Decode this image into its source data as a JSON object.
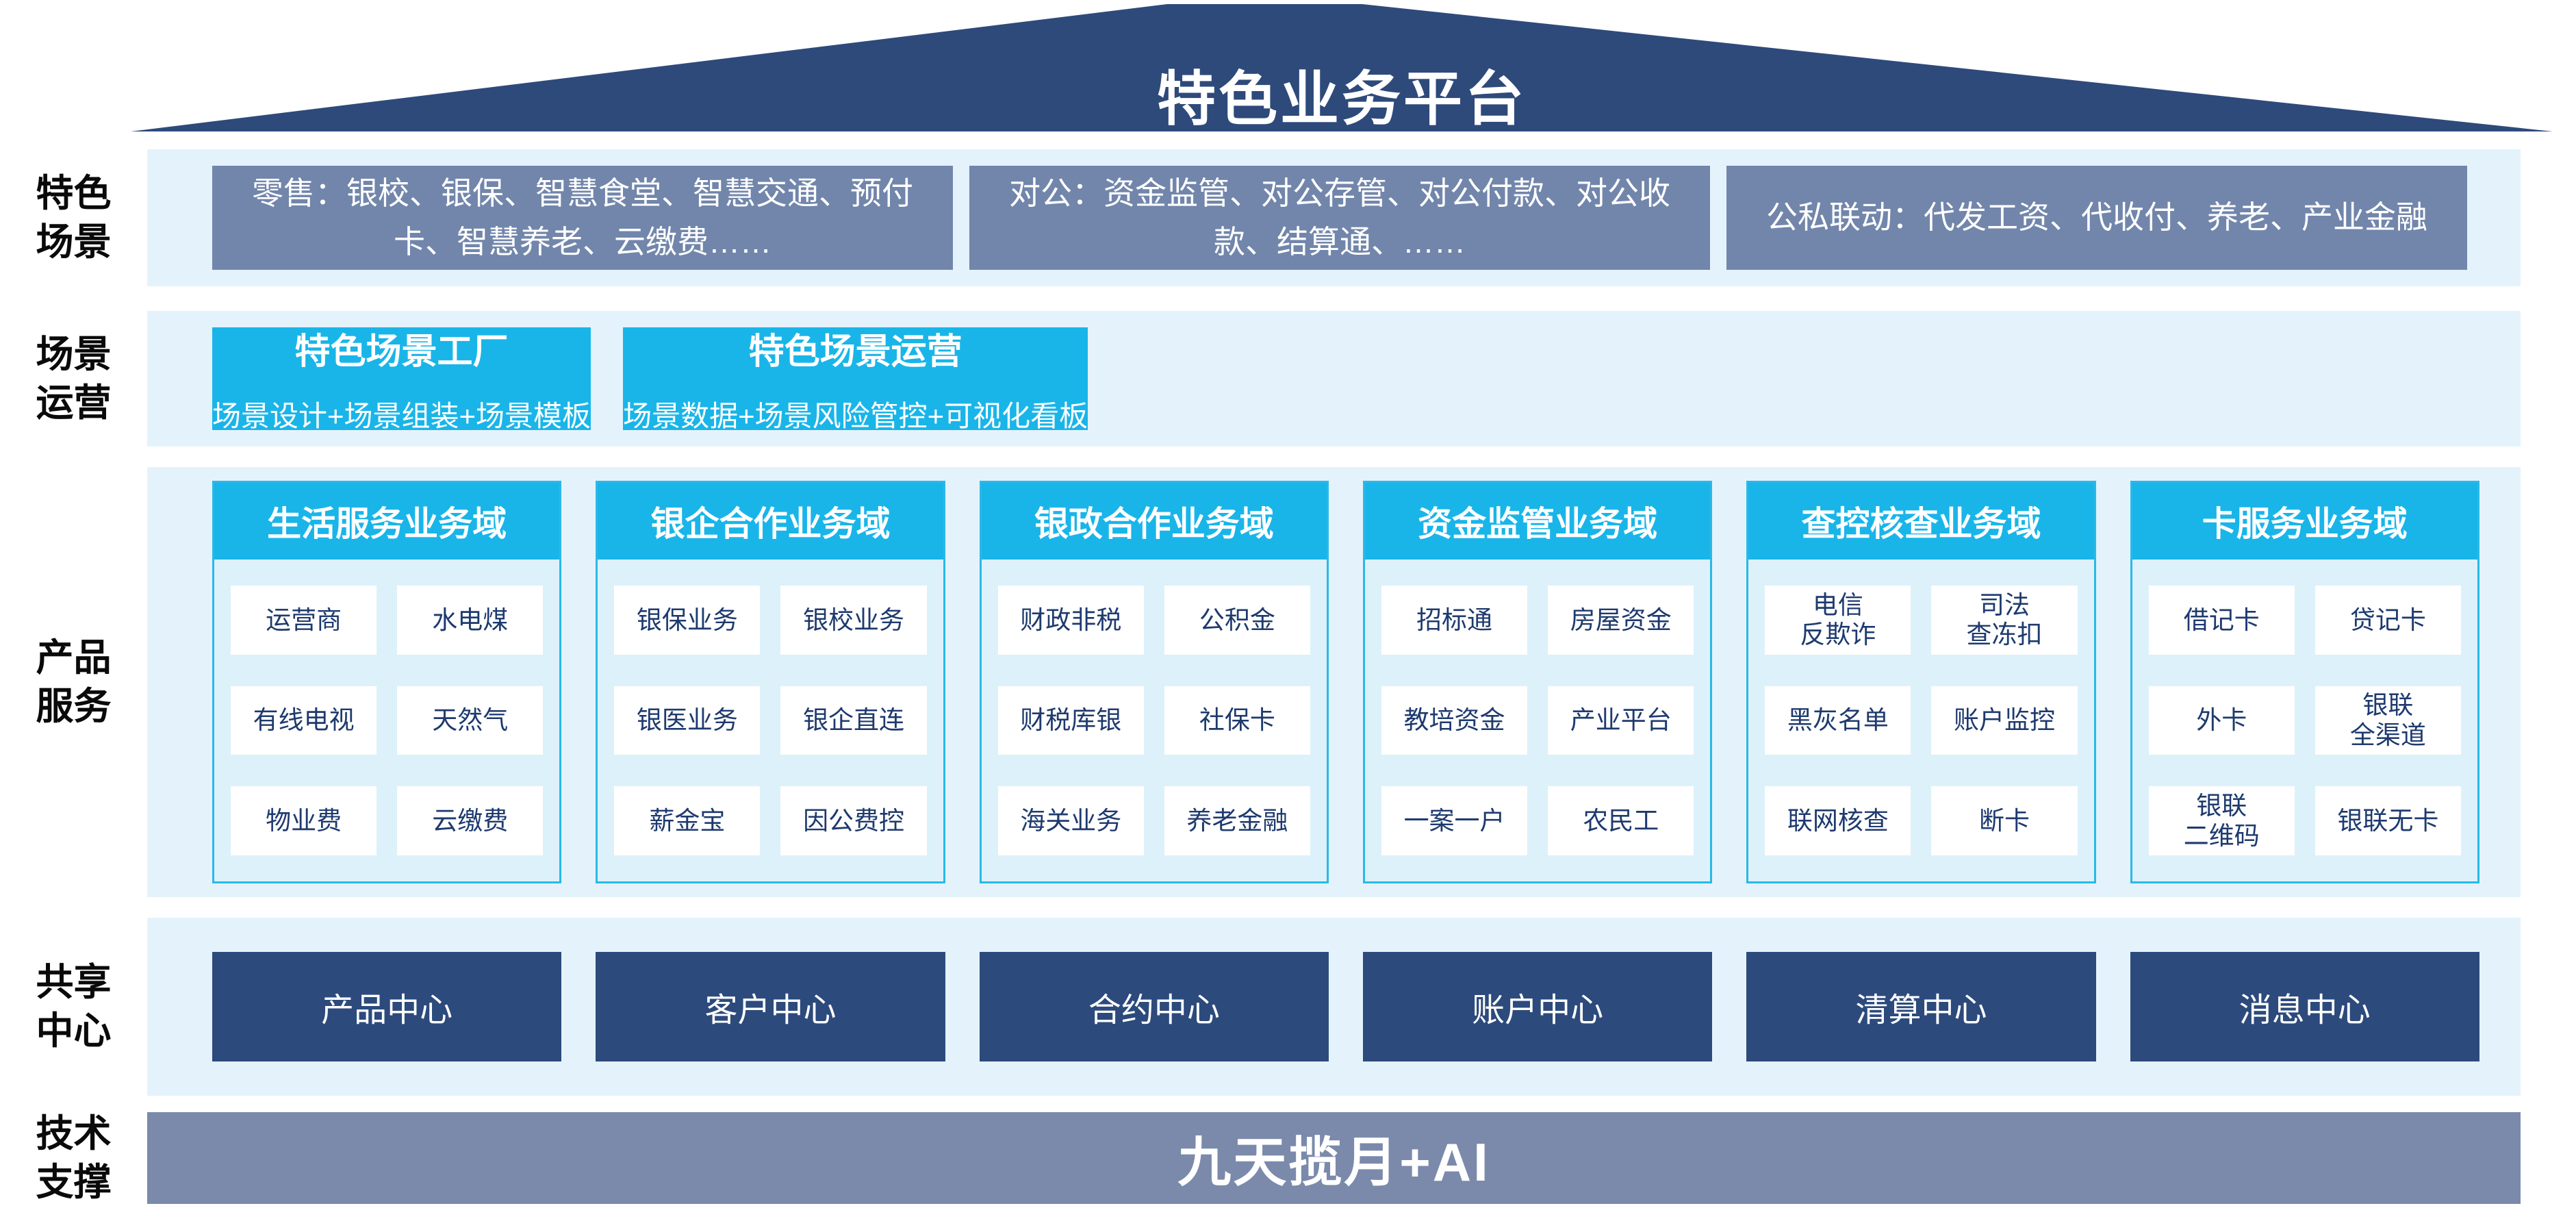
{
  "title": "特色业务平台",
  "rows": {
    "scenes": {
      "label": "特色\n场景",
      "boxes": [
        "零售：银校、银保、智慧食堂、智慧交通、预付卡、智慧养老、云缴费……",
        "对公：资金监管、对公存管、对公付款、对公收款、结算通、……",
        "公私联动：代发工资、代收付、养老、产业金融"
      ]
    },
    "operation": {
      "label": "场景\n运营",
      "boxes": [
        {
          "title": "特色场景工厂",
          "subtitle": "场景设计+场景组装+场景模板"
        },
        {
          "title": "特色场景运营",
          "subtitle": "场景数据+场景风险管控+可视化看板"
        }
      ]
    },
    "products": {
      "label": "产品\n服务",
      "domains": [
        {
          "title": "生活服务业务域",
          "items": [
            "运营商",
            "水电煤",
            "有线电视",
            "天然气",
            "物业费",
            "云缴费"
          ]
        },
        {
          "title": "银企合作业务域",
          "items": [
            "银保业务",
            "银校业务",
            "银医业务",
            "银企直连",
            "薪金宝",
            "因公费控"
          ]
        },
        {
          "title": "银政合作业务域",
          "items": [
            "财政非税",
            "公积金",
            "财税库银",
            "社保卡",
            "海关业务",
            "养老金融"
          ]
        },
        {
          "title": "资金监管业务域",
          "items": [
            "招标通",
            "房屋资金",
            "教培资金",
            "产业平台",
            "一案一户",
            "农民工"
          ]
        },
        {
          "title": "查控核查业务域",
          "items": [
            "电信\n反欺诈",
            "司法\n查冻扣",
            "黑灰名单",
            "账户监控",
            "联网核查",
            "断卡"
          ]
        },
        {
          "title": "卡服务业务域",
          "items": [
            "借记卡",
            "贷记卡",
            "外卡",
            "银联\n全渠道",
            "银联\n二维码",
            "银联无卡"
          ]
        }
      ]
    },
    "shared": {
      "label": "共享\n中心",
      "centers": [
        "产品中心",
        "客户中心",
        "合约中心",
        "账户中心",
        "清算中心",
        "消息中心"
      ]
    },
    "tech": {
      "label": "技术\n支撑",
      "banner": "九天揽月+AI"
    }
  },
  "colors": {
    "roof_navy": "#2e4a7b",
    "slate_box": "#7286ab",
    "cyan": "#19b5e9",
    "light_band": "#e4f3fb",
    "card_bg": "#ddf1fa",
    "card_border": "#29b9e8",
    "navy_box": "#2c4a7c",
    "bar_slate": "#7b8aab",
    "text_navy": "#1e3a6e"
  }
}
